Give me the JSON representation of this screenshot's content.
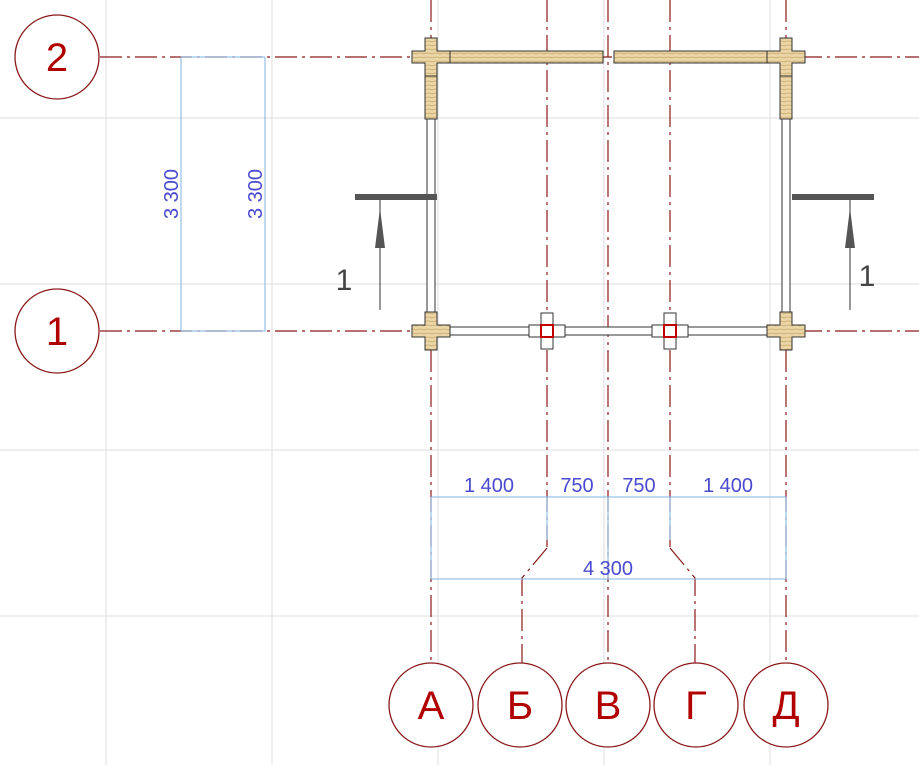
{
  "grid_axes": {
    "vertical": [
      "А",
      "Б",
      "В",
      "Г",
      "Д"
    ],
    "horizontal": [
      "2",
      "1"
    ]
  },
  "dimensions": {
    "left_height_outer": "3 300",
    "left_height_inner": "3 300",
    "bottom_segments": [
      "1 400",
      "750",
      "750",
      "1 400"
    ],
    "bottom_total": "4 300"
  },
  "section_marks": {
    "left": "1",
    "right": "1"
  },
  "colors": {
    "axis_line": "#8b1a1a",
    "axis_text": "#b00000",
    "dimension": "#4a4ad0",
    "dimension_line": "#7fb3e0",
    "grid": "#d9d9d9",
    "timber": "#e8d2a0",
    "section_line": "#555555"
  }
}
